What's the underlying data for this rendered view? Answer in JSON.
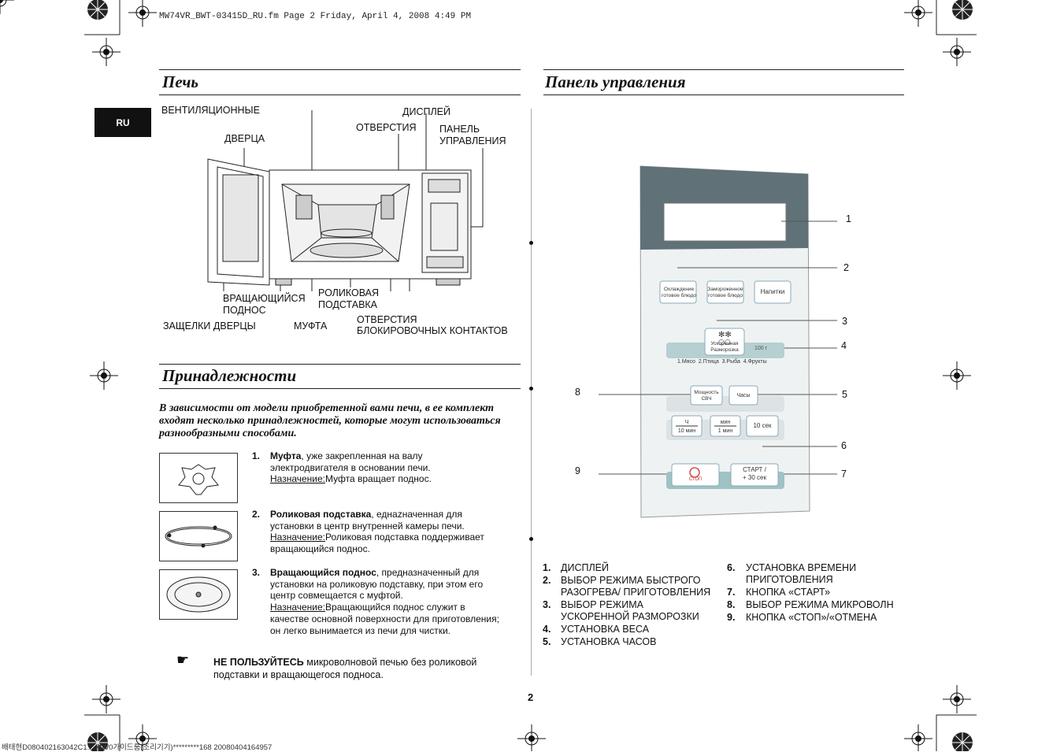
{
  "header": {
    "file_info": "MW74VR_BWT-03415D_RU.fm  Page 2  Friday, April 4, 2008  4:49 PM"
  },
  "language_tab": "RU",
  "oven": {
    "title": "Печь",
    "labels": {
      "vents": "ВЕНТИЛЯЦИОННЫЕ",
      "vents2": "ОТВЕРСТИЯ",
      "display": "ДИСПЛЕЙ",
      "panel1": "ПАНЕЛЬ",
      "panel2": "УПРАВЛЕНИЯ",
      "door": "ДВЕРЦА",
      "tray1": "ВРАЩАЮЩИЙСЯ",
      "tray2": "ПОДНОС",
      "ring1": "РОЛИКОВАЯ",
      "ring2": "ПОДСТАВКА",
      "latches": "ЗАЩЕЛКИ ДВЕРЦЫ",
      "coupler": "МУФТА",
      "safety1": "ОТВЕРСТИЯ",
      "safety2": "БЛОКИРОВОЧНЫХ КОНТАКТОВ"
    }
  },
  "accessories": {
    "title": "Принадлежности",
    "intro": "В зависимости от модели приобретенной вами печи, в ее комплект входят несколько принадлежностей, которые могут использоваться разнообразными способами.",
    "items": [
      {
        "num": "1.",
        "name": "Муфта",
        "desc": ", уже закрепленная на валу электродвигателя в основании печи.",
        "purpose_label": "Назначение:",
        "purpose": "Муфта вращает поднос."
      },
      {
        "num": "2.",
        "name": "Роликовая подставка",
        "desc": ", еднazначенная для установки в центр внутренней камеры печи.",
        "purpose_label": "Назначение:",
        "purpose": "Роликовая подставка поддерживает вращающийся поднос."
      },
      {
        "num": "3.",
        "name": "Вращающийся поднос",
        "desc": ", предназначенный для установки на роликовую подставку, при этом его центр совмещается с муфтой.",
        "purpose_label": "Назначение:",
        "purpose": "Вращающийся поднос служит в качестве основной поверхности для приготовления; он легко вынимается из печи для чистки."
      }
    ],
    "warning_bold": "НЕ ПОЛЬЗУЙТЕСЬ",
    "warning_text": " микроволновой печью без роликовой подставки и вращающегося подноса."
  },
  "control_panel": {
    "title": "Панель управления",
    "buttons": {
      "cool1": "Охлаждение",
      "cool2": "готовое блюдо",
      "frozen1": "Замороженное",
      "frozen2": "готовое блюдо",
      "drinks": "Напитки",
      "defrost1": "Ускоренная",
      "defrost2": "Разморозка",
      "weight": "100 г",
      "categories": "1.Мясо  2.Птица  3.Рыба  4.Фрукты",
      "power1": "Мощность",
      "power2": "СВЧ",
      "clock": "Часы",
      "t10m_a": "Ч",
      "t10m_b": "10 мин",
      "t1m_a": "мин",
      "t1m_b": "1 мин",
      "t10s": "10 сек",
      "stop": "СТОП",
      "start1": "СТАРТ /",
      "start2": "+ 30 сек"
    },
    "callouts": [
      "1",
      "2",
      "3",
      "4",
      "5",
      "6",
      "7",
      "8",
      "9"
    ],
    "legend_left": [
      {
        "num": "1.",
        "text": "ДИСПЛЕЙ"
      },
      {
        "num": "2.",
        "text": "ВЫБОР РЕЖИМА БЫСТРОГО",
        "text2": "РАЗОГРЕВА/ ПРИГОТОВЛЕНИЯ"
      },
      {
        "num": "3.",
        "text": "ВЫБОР РЕЖИМА",
        "text2": "УСКОРЕННОЙ РАЗМОРОЗКИ"
      },
      {
        "num": "4.",
        "text": "УСТАНОВКА ВЕСА"
      },
      {
        "num": "5.",
        "text": "УСТАНОВКА  ЧАСОВ"
      }
    ],
    "legend_right": [
      {
        "num": "6.",
        "text": "УСТАНОВКА ВРЕМЕНИ",
        "text2": "ПРИГОТОВЛЕНИЯ"
      },
      {
        "num": "7.",
        "text": "КНОПКА «СТАРТ»"
      },
      {
        "num": "8.",
        "text": "ВЫБОР РЕЖИМА МИКРОВОЛН"
      },
      {
        "num": "9.",
        "text": "КНОПКА «СТОП»/«ОТМЕНА"
      }
    ]
  },
  "page_number": "2",
  "footer": "배태현D080402163042C1... MW0가이드룸(조리기기)*********168 20080404164957"
}
